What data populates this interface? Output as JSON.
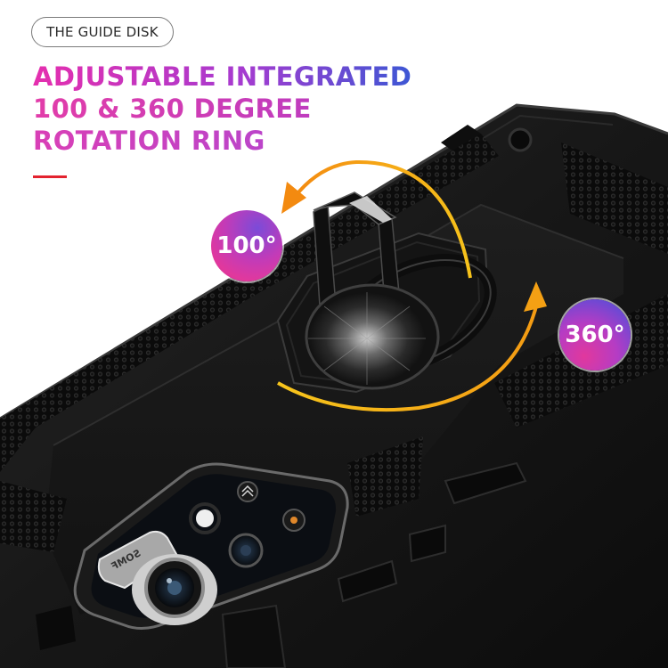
{
  "tag_label": "THE GUIDE DISK",
  "headline": {
    "line1": "ADJUSTABLE INTEGRATED",
    "line2": "100 & 360 DEGREE",
    "line3": "ROTATION RING"
  },
  "badges": {
    "left": "100°",
    "right": "360°"
  },
  "camera_label": "SOMF",
  "colors": {
    "accent_red": "#e3232f",
    "arrow_orange": "#f59a12",
    "arrow_yellow": "#f6c21a",
    "case_black": "#151515"
  }
}
